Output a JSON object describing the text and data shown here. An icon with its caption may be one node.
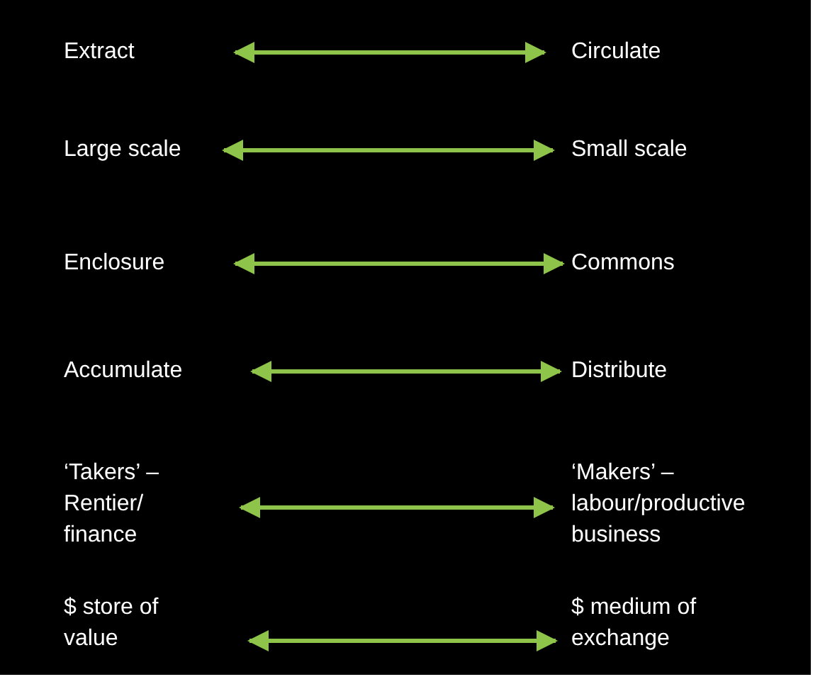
{
  "diagram": {
    "nodes": [
      {
        "text": [
          "Extract"
        ]
      },
      {
        "text": [
          "Circulate"
        ]
      },
      {
        "text": [
          "Large scale"
        ]
      },
      {
        "text": [
          "Small scale"
        ]
      },
      {
        "text": [
          "Enclosure"
        ]
      },
      {
        "text": [
          "Commons"
        ]
      },
      {
        "text": [
          "Accumulate"
        ]
      },
      {
        "text": [
          "Distribute"
        ]
      },
      {
        "text": [
          "‘Takers’ – Rentier/ finance"
        ]
      },
      {
        "text": [
          "‘Makers’ – labour/productive business"
        ]
      },
      {
        "text": [
          "$ store of value"
        ]
      },
      {
        "text": [
          "$ medium of exchange"
        ]
      }
    ],
    "edges": [
      {
        "from": 0,
        "to": 1,
        "arrow": "both"
      },
      {
        "from": 2,
        "to": 3,
        "arrow": "both"
      },
      {
        "from": 4,
        "to": 5,
        "arrow": "both"
      },
      {
        "from": 6,
        "to": 7,
        "arrow": "both"
      },
      {
        "from": 8,
        "to": 9,
        "arrow": "both"
      },
      {
        "from": 10,
        "to": 11,
        "arrow": "both"
      }
    ]
  }
}
